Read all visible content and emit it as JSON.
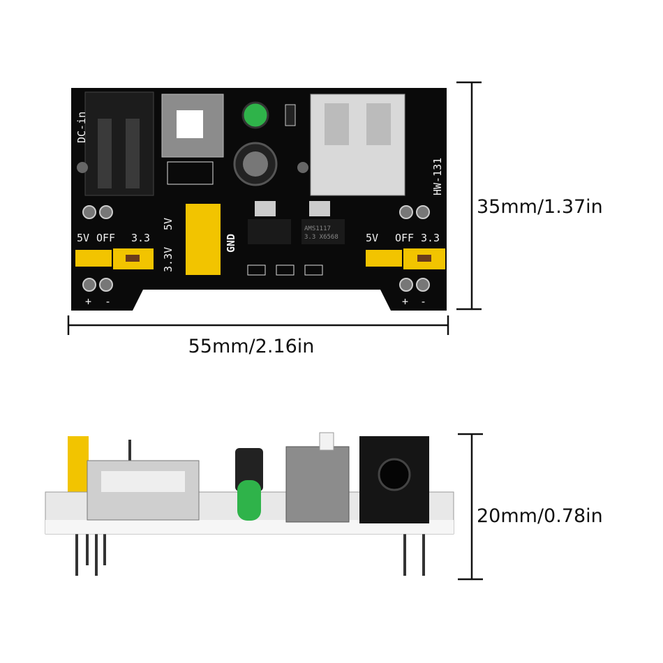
{
  "top_view": {
    "board_label": "HW-131",
    "dc_label": "DC-in",
    "left_rail": {
      "labels": [
        "5V",
        "OFF",
        "3.3"
      ],
      "polarity": [
        "+",
        "-"
      ]
    },
    "right_rail": {
      "labels": [
        "5V",
        "OFF",
        "3.3"
      ],
      "polarity": [
        "+",
        "-"
      ]
    },
    "header_labels": {
      "five_v": "5V",
      "three_v": "3.3V",
      "gnd": "GND"
    },
    "regulator_text": [
      "AMS1117",
      "3.3 X6568"
    ],
    "width_dimension": "55mm/2.16in",
    "height_dimension": "35mm/1.37in"
  },
  "side_view": {
    "height_dimension": "20mm/0.78in"
  },
  "colors": {
    "pcb": "#0a0a0a",
    "header": "#f2c400",
    "led": "#2fb34a",
    "line": "#111111"
  }
}
